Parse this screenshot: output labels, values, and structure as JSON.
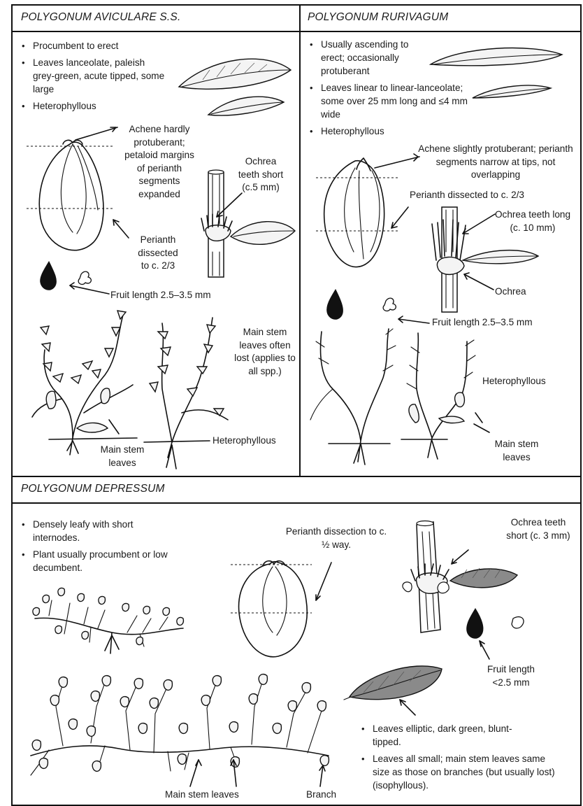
{
  "panels": {
    "aviculare": {
      "title": "POLYGONUM AVICULARE S.S.",
      "bullets": [
        "Procumbent to erect",
        "Leaves lanceolate, paleish grey-green, acute tipped, some large",
        "Heterophyllous"
      ],
      "labels": {
        "achene": "Achene hardly protuberant; petaloid margins of perianth segments expanded",
        "ochrea": "Ochrea teeth short (c.5 mm)",
        "perianth": "Perianth dissected to c. 2/3",
        "fruit": "Fruit length 2.5–3.5 mm",
        "main_stem_note": "Main stem leaves often lost (applies to all spp.)",
        "main_stem_leaves": "Main stem leaves",
        "heterophyllous": "Heterophyllous"
      }
    },
    "rurivagum": {
      "title": "POLYGONUM RURIVAGUM",
      "bullets": [
        "Usually ascending to erect; occasionally protuberant",
        "Leaves linear to linear-lanceolate; some over 25 mm long and ≤4 mm wide",
        "Heterophyllous"
      ],
      "labels": {
        "achene": "Achene slightly protuberant; perianth segments narrow at tips, not overlapping",
        "perianth": "Perianth dissected to c. 2/3",
        "ochrea_teeth": "Ochrea teeth long (c. 10 mm)",
        "ochrea": "Ochrea",
        "fruit": "Fruit length 2.5–3.5 mm",
        "heterophyllous": "Heterophyllous",
        "main_stem_leaves": "Main stem leaves"
      }
    },
    "depressum": {
      "title": "POLYGONUM DEPRESSUM",
      "bullets": [
        "Densely leafy with short internodes.",
        "Plant usually procumbent or low decumbent."
      ],
      "labels": {
        "perianth": "Perianth dissection to c. ½ way.",
        "ochrea": "Ochrea teeth short (c. 3 mm)",
        "fruit": "Fruit length <2.5 mm",
        "main_stem_leaves": "Main stem leaves",
        "branch": "Branch"
      },
      "bullets_lower": [
        "Leaves elliptic, dark green, blunt-tipped.",
        "Leaves all small; main stem leaves same size as those on branches (but usually lost) (isophyllous)."
      ]
    }
  }
}
